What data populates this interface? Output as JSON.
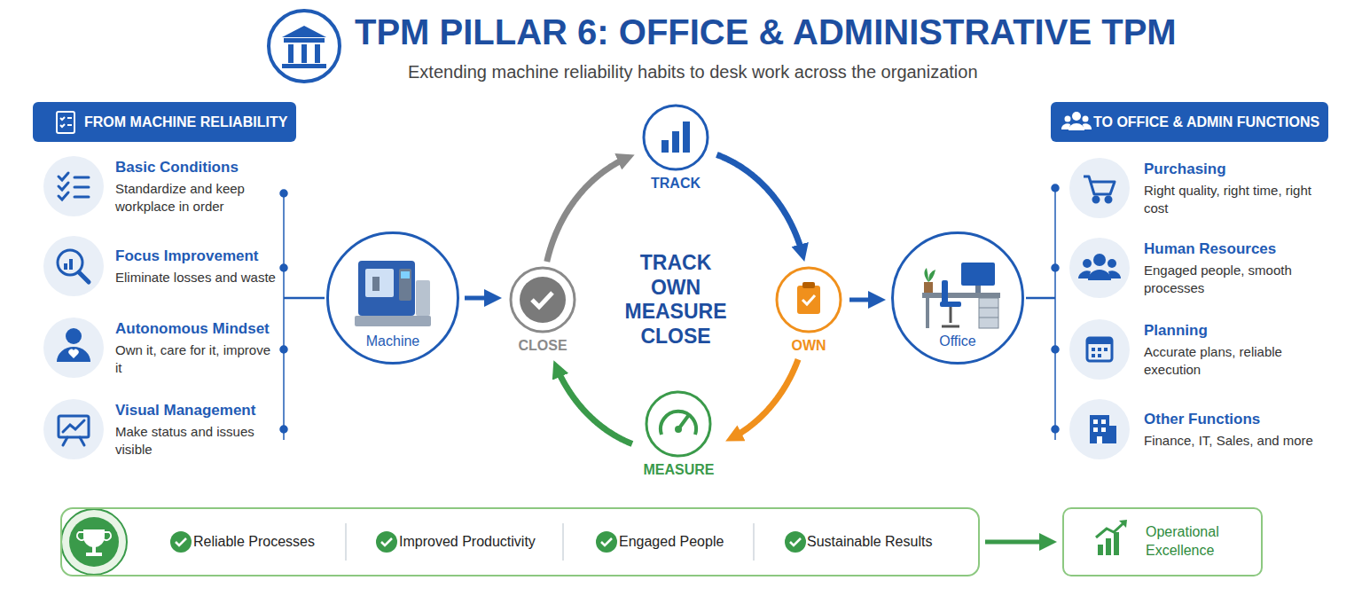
{
  "diagram": {
    "title": "TPM PILLAR 6: OFFICE & ADMINISTRATIVE TPM",
    "caption": "Extending machine reliability habits to desk work across the organization",
    "nodes": [
      {
        "text": [
          "FROM MACHINE RELIABILITY"
        ]
      },
      {
        "text": [
          "Basic Conditions",
          "Standardize and keep workplace in order"
        ]
      },
      {
        "text": [
          "Focus Improvement",
          "Eliminate losses and waste"
        ]
      },
      {
        "text": [
          "Autonomous Mindset",
          "Own it, care for it, improve it"
        ]
      },
      {
        "text": [
          "Visual Management",
          "Make status and issues visible"
        ]
      },
      {
        "text": [
          "Machine"
        ]
      },
      {
        "text": [
          "TRACK"
        ]
      },
      {
        "text": [
          "OWN"
        ]
      },
      {
        "text": [
          "MEASURE"
        ]
      },
      {
        "text": [
          "CLOSE"
        ]
      },
      {
        "text": [
          "Office"
        ]
      },
      {
        "text": [
          "TO OFFICE & ADMIN FUNCTIONS"
        ]
      },
      {
        "text": [
          "Purchasing",
          "Right quality, right time, right cost"
        ]
      },
      {
        "text": [
          "Human Resources",
          "Engaged people, smooth processes"
        ]
      },
      {
        "text": [
          "Planning",
          "Accurate plans, reliable execution"
        ]
      },
      {
        "text": [
          "Other Functions",
          "Finance, IT, Sales, and more"
        ]
      },
      {
        "text": [
          "Reliable Processes",
          "Improved Productivity",
          "Engaged People",
          "Sustainable Results"
        ]
      },
      {
        "text": [
          "Operational Excellence"
        ]
      }
    ],
    "edges": [
      {
        "from": 5,
        "to": 9,
        "arrow": "to"
      },
      {
        "from": 6,
        "to": 7,
        "arrow": "to"
      },
      {
        "from": 7,
        "to": 8,
        "arrow": "to"
      },
      {
        "from": 8,
        "to": 9,
        "arrow": "to"
      },
      {
        "from": 9,
        "to": 6,
        "arrow": "to"
      },
      {
        "from": 7,
        "to": 10,
        "arrow": "to"
      },
      {
        "from": 16,
        "to": 17,
        "arrow": "to"
      }
    ],
    "labels": [
      "TRACK OWN MEASURE CLOSE"
    ]
  }
}
